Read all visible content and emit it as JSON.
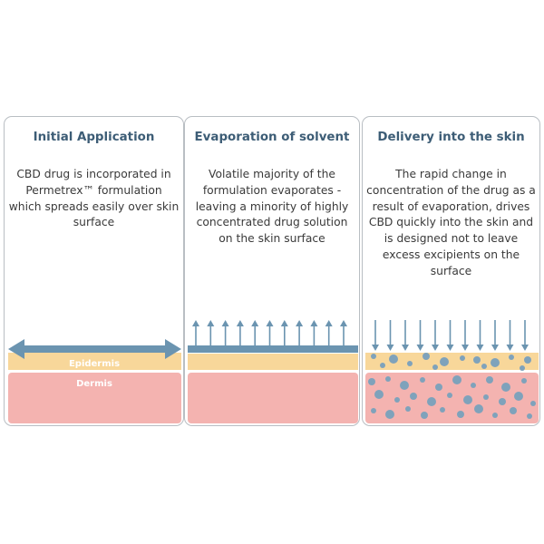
{
  "panels": [
    {
      "heading": "Initial Application",
      "description": "CBD drug is incorporated in Permetrex™ formulation which spreads easily over skin surface",
      "epidermis_label": "Epidermis",
      "dermis_label": "Dermis"
    },
    {
      "heading": "Evaporation of solvent",
      "description": "Volatile majority of the formulation evaporates - leaving a minority of highly concentrated drug solution on the skin surface"
    },
    {
      "heading": "Delivery into the skin",
      "description": "The rapid change in concentration of the drug as a result of evaporation, drives CBD quickly into the skin and is designed not to leave excess excipients on the surface"
    }
  ],
  "colors": {
    "heading": "#3d5d76",
    "formulation": "#6b94b0",
    "epidermis": "#f8d79a",
    "dermis": "#f4b3b0",
    "drug_dots": "#7fa2bb",
    "border": "#b9bec3"
  },
  "icons": [
    "double-headed-arrow-icon",
    "up-arrow-icon",
    "down-arrow-icon"
  ]
}
